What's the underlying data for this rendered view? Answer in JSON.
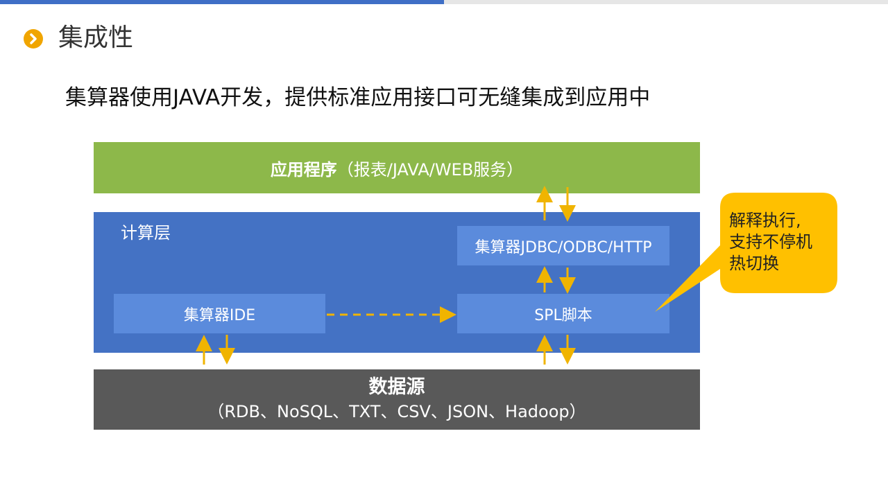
{
  "header": {
    "title": "集成性",
    "icon": "chevron-right-icon",
    "accent": "#f0a500"
  },
  "subtitle": "集算器使用JAVA开发，提供标准应用接口可无缝集成到应用中",
  "diagram": {
    "app_layer": {
      "bold": "应用程序",
      "rest": "（报表/JAVA/WEB服务）",
      "color": "#8db84a"
    },
    "compute_layer": {
      "label": "计算层",
      "color": "#4472c4"
    },
    "jdbc": "集算器JDBC/ODBC/HTTP",
    "ide": "集算器IDE",
    "spl": "SPL脚本",
    "data_layer": {
      "title": "数据源",
      "sub": "（RDB、NoSQL、TXT、CSV、JSON、Hadoop）",
      "color": "#595959"
    },
    "callout": {
      "lines": [
        "解释执行,",
        "支持不停机",
        "热切换"
      ],
      "color": "#ffc000"
    },
    "arrow_color": "#f0b400"
  }
}
